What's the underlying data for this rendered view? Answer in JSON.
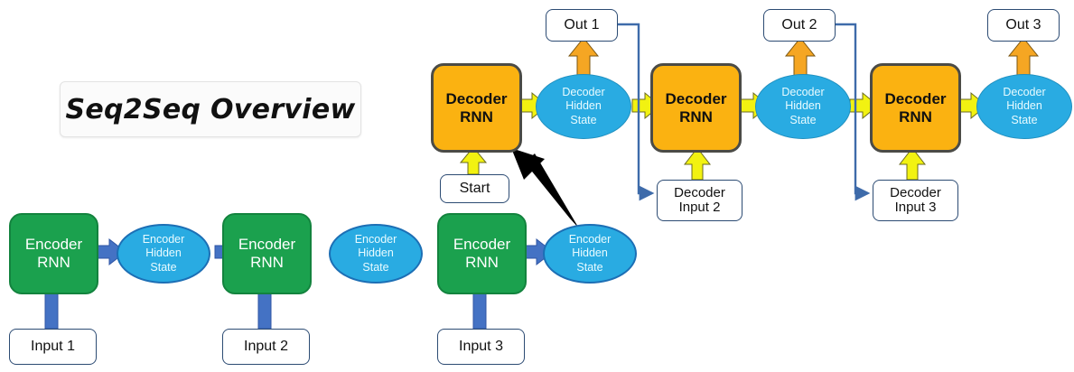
{
  "title": "Seq2Seq Overview",
  "colors": {
    "encoder_fill": "#1BA14E",
    "encoder_border": "#13833E",
    "decoder_fill": "#FBB211",
    "decoder_border": "#4b4b46",
    "hidden_state_fill": "#29ABE2",
    "encoder_arrow": "#4472C4",
    "decoder_arrow": "#F2F211",
    "output_arrow": "#F5A623",
    "feedback_line": "#3E6BAA",
    "context_arrow": "#000000"
  },
  "encoder": {
    "rnn_label_line1": "Encoder",
    "rnn_label_line2": "RNN",
    "hidden_line1": "Encoder",
    "hidden_line2": "Hidden",
    "hidden_line3": "State",
    "steps": [
      {
        "input": "Input 1"
      },
      {
        "input": "Input 2"
      },
      {
        "input": "Input 3"
      }
    ]
  },
  "decoder": {
    "rnn_label_line1": "Decoder",
    "rnn_label_line2": "RNN",
    "hidden_line1": "Decoder",
    "hidden_line2": "Hidden",
    "hidden_line3": "State",
    "steps": [
      {
        "input_line1": "Start",
        "input_line2": "",
        "output": "Out 1"
      },
      {
        "input_line1": "Decoder",
        "input_line2": "Input 2",
        "output": "Out 2"
      },
      {
        "input_line1": "Decoder",
        "input_line2": "Input 3",
        "output": "Out 3"
      }
    ]
  }
}
